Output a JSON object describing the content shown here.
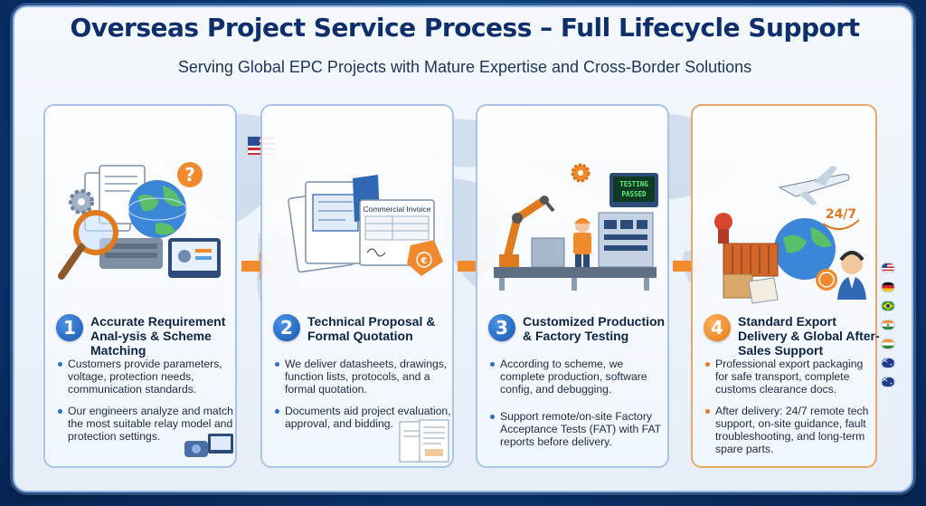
{
  "title": "Overseas Project Service Process – Full Lifecycle Support",
  "subtitle": "Serving Global EPC Projects with Mature Expertise and Cross-Border Solutions",
  "steps": [
    {
      "number": "1",
      "title": "Accurate Requirement Anal-ysis & Scheme Matching",
      "bullets": [
        "Customers provide parameters, voltage, protection needs, communication standards.",
        "Our engineers analyze and match the most suitable relay model and protection settings."
      ]
    },
    {
      "number": "2",
      "title": "Technical Proposal & Formal Quotation",
      "bullets": [
        "We deliver datasheets, drawings, function lists, protocols, and a formal quotation.",
        "Documents aid project evaluation, approval, and bidding."
      ]
    },
    {
      "number": "3",
      "title": "Customized Production & Factory Testing",
      "bullets": [
        "According to scheme, we complete production, software config, and debugging.",
        "Support remote/on-site Factory Acceptance Tests (FAT) with FAT reports before delivery."
      ]
    },
    {
      "number": "4",
      "title": "Standard Export Delivery & Global After-Sales Support",
      "bullets": [
        "Professional export packaging for safe transport, complete customs clearance docs.",
        "After delivery: 24/7 remote tech support, on-site guidance, fault troubleshooting, and long-term spare parts."
      ]
    }
  ],
  "illustration_labels": {
    "commercial_invoice": "Commercial Invoice",
    "testing_passed_line1": "TESTING",
    "testing_passed_line2": "PASSED",
    "support_247": "24/7",
    "question_mark": "?",
    "euro_sign": "€"
  },
  "colors": {
    "title": "#0d2f6b",
    "badge_blue": "#1556b3",
    "badge_orange": "#e57a12",
    "arrow": "#f08a2c",
    "card_border": "#a9c4e6",
    "accent_border": "#e7a86a"
  },
  "icons": [
    "search-icon",
    "globe-icon",
    "gear-icon",
    "document-icon",
    "invoice-icon",
    "robot-arm-icon",
    "worker-icon",
    "airplane-icon",
    "shipping-container-icon",
    "headset-agent-icon"
  ]
}
